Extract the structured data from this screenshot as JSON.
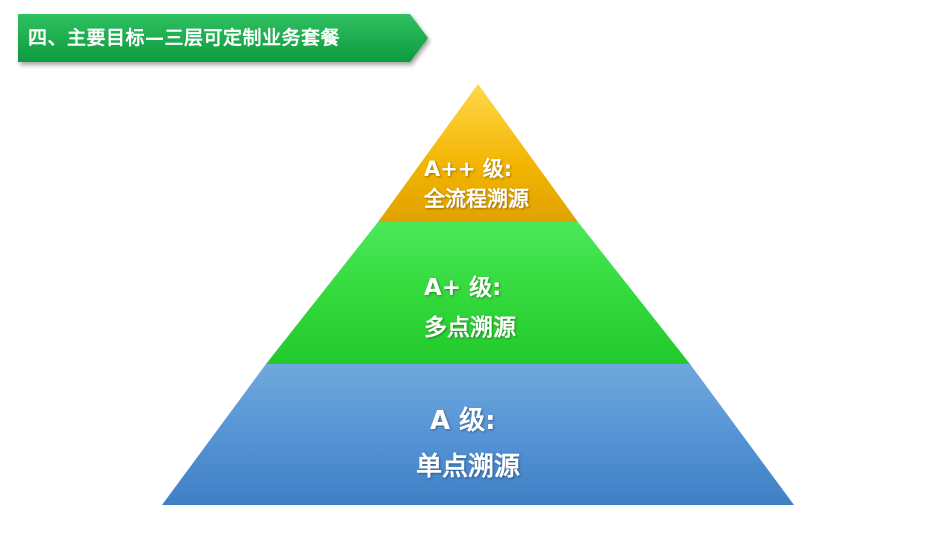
{
  "header": {
    "title": "四、主要目标—三层可定制业务套餐"
  },
  "pyramid": {
    "tiers": [
      {
        "level": "A++ 级:",
        "name": "全流程溯源",
        "color": "#F0B000"
      },
      {
        "level": "A+ 级:",
        "name": "多点溯源",
        "color": "#3FE04A"
      },
      {
        "level": "A 级:",
        "name": "单点溯源",
        "color": "#5B9BD5"
      }
    ]
  },
  "colors": {
    "banner": "#13A84A",
    "banner_light": "#2FC060"
  }
}
